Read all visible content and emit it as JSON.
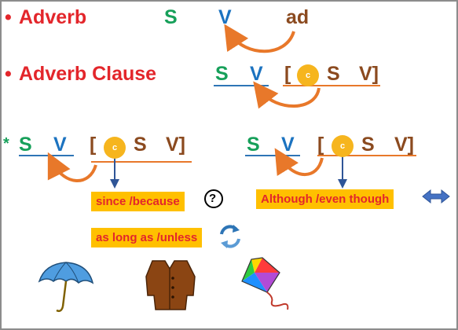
{
  "row1": {
    "bullet": "•",
    "label": "Adverb",
    "s": "S",
    "v": "V",
    "ad": "ad"
  },
  "row2": {
    "bullet": "•",
    "label": "Adverb Clause",
    "s": "S",
    "v": "V",
    "open": "[",
    "c": "c",
    "s2": "S",
    "v2": "V]"
  },
  "row3_left": {
    "bullet": "*",
    "s": "S",
    "v": "V",
    "open": "[",
    "c": "c",
    "s2": "S",
    "v2": "V]"
  },
  "row3_right": {
    "s": "S",
    "v": "V",
    "open": "[",
    "c": "c",
    "s2": "S",
    "v2": "V]"
  },
  "boxes": {
    "since": "since /because",
    "as_long": "as long as /unless",
    "although": "Although /even though"
  },
  "question_mark": "?",
  "colors": {
    "red": "#e3262b",
    "green": "#17a05a",
    "blue": "#1c73c0",
    "brown": "#8b4a1f",
    "orange": "#e8782a",
    "yellow": "#ffc000",
    "circle": "#f6b51e"
  },
  "icons": [
    "question-circle-icon",
    "refresh-arrows-icon",
    "left-right-arrow-icon",
    "umbrella-icon",
    "coat-icon",
    "kite-icon"
  ]
}
